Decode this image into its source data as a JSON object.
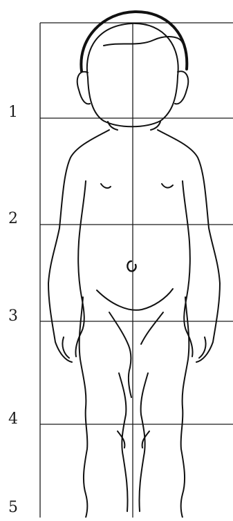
{
  "figure": {
    "row_labels": [
      "1",
      "2",
      "3",
      "4",
      "5"
    ]
  }
}
